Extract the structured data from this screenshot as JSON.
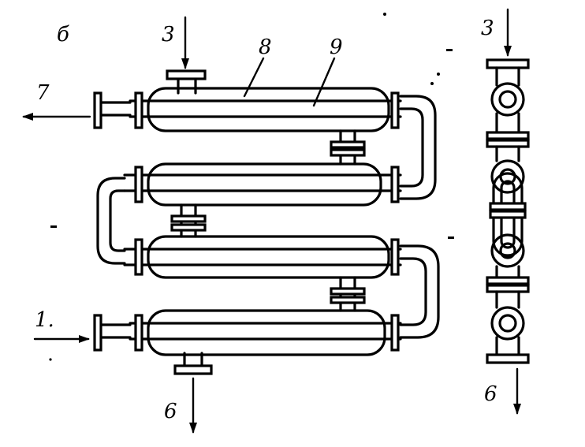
{
  "figure": {
    "panel_label": "б",
    "labels": {
      "outlet_left": "7",
      "inlet_left": "1.",
      "inlet_top": "3",
      "outlet_bottom": "6",
      "part_shell": "8",
      "part_tube": "9",
      "side_inlet_top": "3",
      "side_outlet_bottom": "6"
    },
    "icons": [
      "arrow-icon",
      "flange-icon",
      "pipe-bend-icon"
    ]
  }
}
